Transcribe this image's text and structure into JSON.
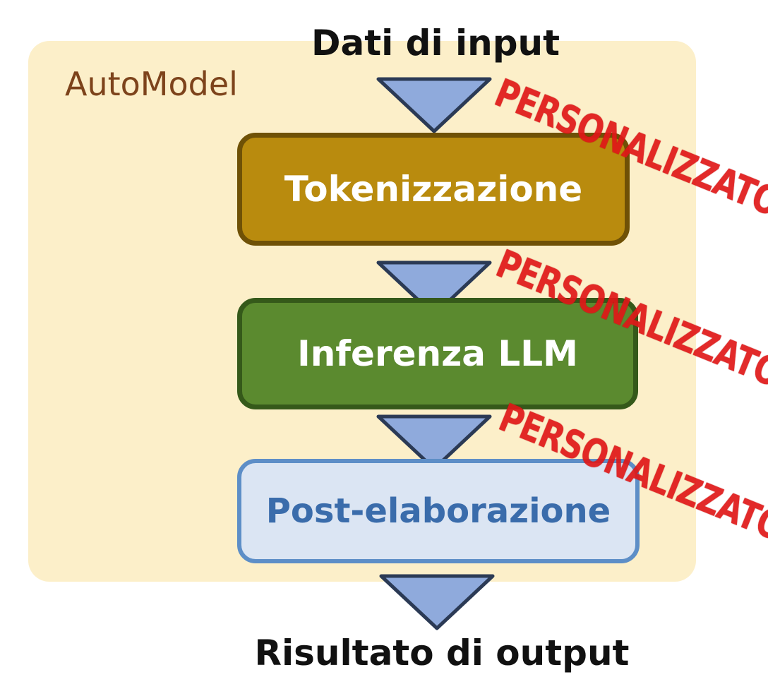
{
  "diagram": {
    "container_label": "AutoModel",
    "input_label": "Dati di input",
    "output_label": "Risultato di output",
    "steps": [
      {
        "label": "Tokenizzazione",
        "stamp": "PERSONALIZZATO"
      },
      {
        "label": "Inferenza LLM",
        "stamp": "PERSONALIZZATO"
      },
      {
        "label": "Post-elaborazione",
        "stamp": "PERSONALIZZATO"
      }
    ],
    "colors": {
      "container_fill": "#fcefc9",
      "container_label": "#7d431b",
      "tokenize_fill": "#b98b0e",
      "llm_fill": "#5b8a2f",
      "post_fill": "#dbe5f3",
      "post_text": "#3a6cab",
      "arrow_fill": "#8faadc",
      "stamp": "#e01818"
    }
  }
}
